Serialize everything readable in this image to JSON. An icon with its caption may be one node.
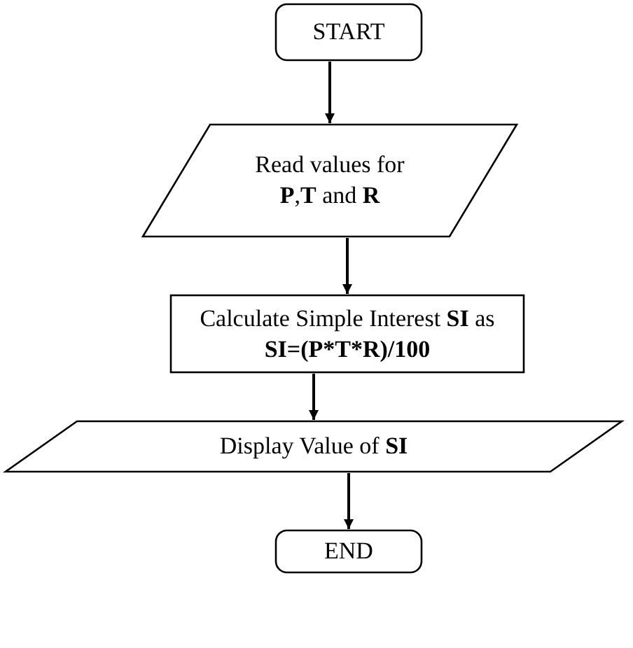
{
  "diagram": {
    "nodes": [
      {
        "text": [
          "START"
        ]
      },
      {
        "text": [
          "Read values for **P**,**T** and **R**"
        ]
      },
      {
        "text": [
          "Calculate Simple Interest **SI** as **SI=(P*T*R)/100**"
        ]
      },
      {
        "text": [
          "Display Value of **SI**"
        ]
      },
      {
        "text": [
          "END"
        ]
      }
    ],
    "edges": [
      {
        "from": 0,
        "to": 1,
        "arrow": "to"
      },
      {
        "from": 1,
        "to": 2,
        "arrow": "to"
      },
      {
        "from": 2,
        "to": 3,
        "arrow": "to"
      },
      {
        "from": 3,
        "to": 4,
        "arrow": "to"
      }
    ]
  }
}
